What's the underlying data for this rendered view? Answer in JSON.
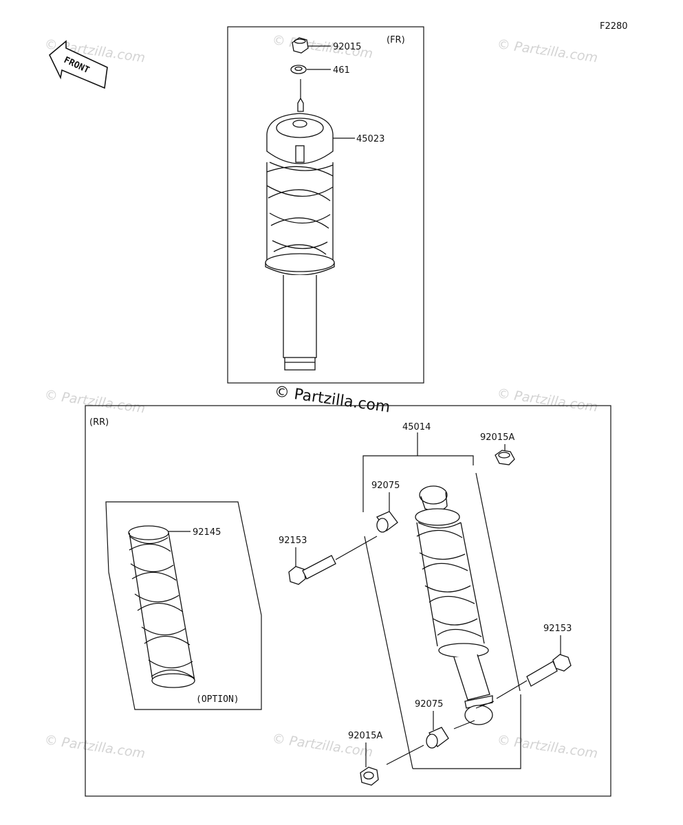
{
  "figure_code": "F2280",
  "front_arrow_label": "FRONT",
  "watermark": "© Partzilla.com",
  "center_watermark": "© Partzilla.com",
  "front_section": {
    "label": "(FR)",
    "callouts": [
      "92015",
      "461",
      "45023"
    ]
  },
  "rear_section": {
    "label": "(RR)",
    "callouts": {
      "shock": "45014",
      "nut_top": "92015A",
      "bushing_top": "92075",
      "bolt_left": "92153",
      "spring": "92145",
      "bolt_right": "92153",
      "bushing_bottom": "92075",
      "nut_bottom": "92015A"
    },
    "option_label": "(OPTION)"
  }
}
